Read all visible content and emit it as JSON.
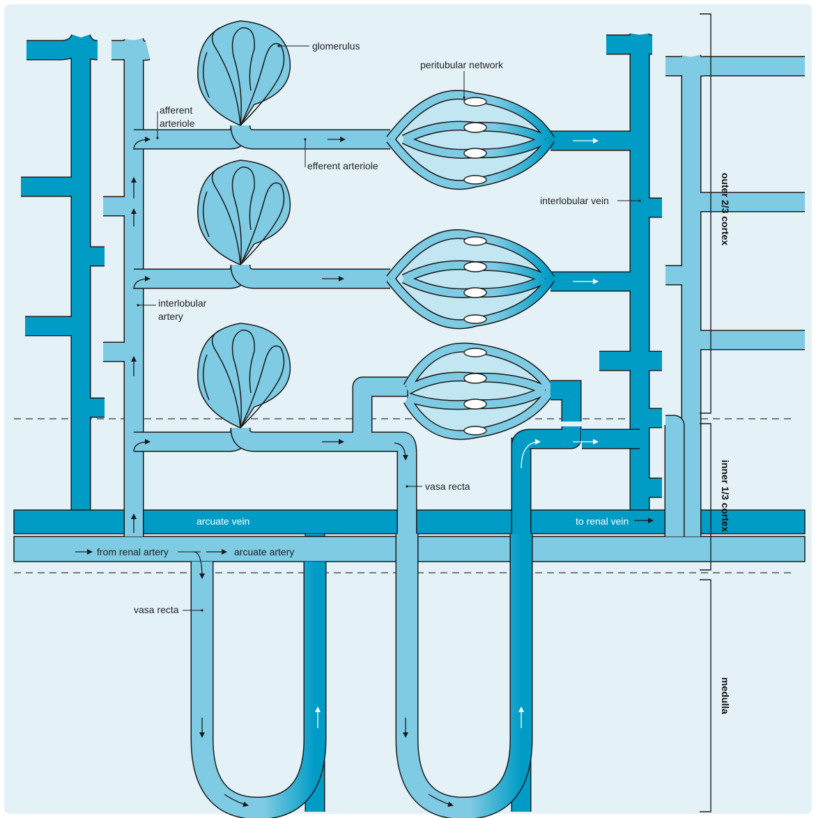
{
  "colors": {
    "background": "#e4f2f8",
    "arterial": "#7ecbe3",
    "venous": "#009cc6",
    "capillary_fill": "#c2e6f2",
    "outline": "#1a1a1a"
  },
  "labels": {
    "glomerulus": "glomerulus",
    "peritubular_network": "peritubular network",
    "afferent_arteriole_1": "afferent",
    "afferent_arteriole_2": "arteriole",
    "efferent_arteriole": "efferent arteriole",
    "interlobular_vein": "interlobular  vein",
    "interlobular_artery_1": "interlobular",
    "interlobular_artery_2": "artery",
    "vasa_recta_upper": "vasa recta",
    "vasa_recta_lower": "vasa recta",
    "arcuate_vein": "arcuate vein",
    "to_renal_vein": "to renal vein",
    "from_renal_artery": "from renal artery",
    "arcuate_artery": "arcuate artery"
  },
  "zones": {
    "outer_cortex": "outer 2/3 cortex",
    "inner_cortex": "inner 1/3 cortex",
    "medulla": "medulla"
  }
}
